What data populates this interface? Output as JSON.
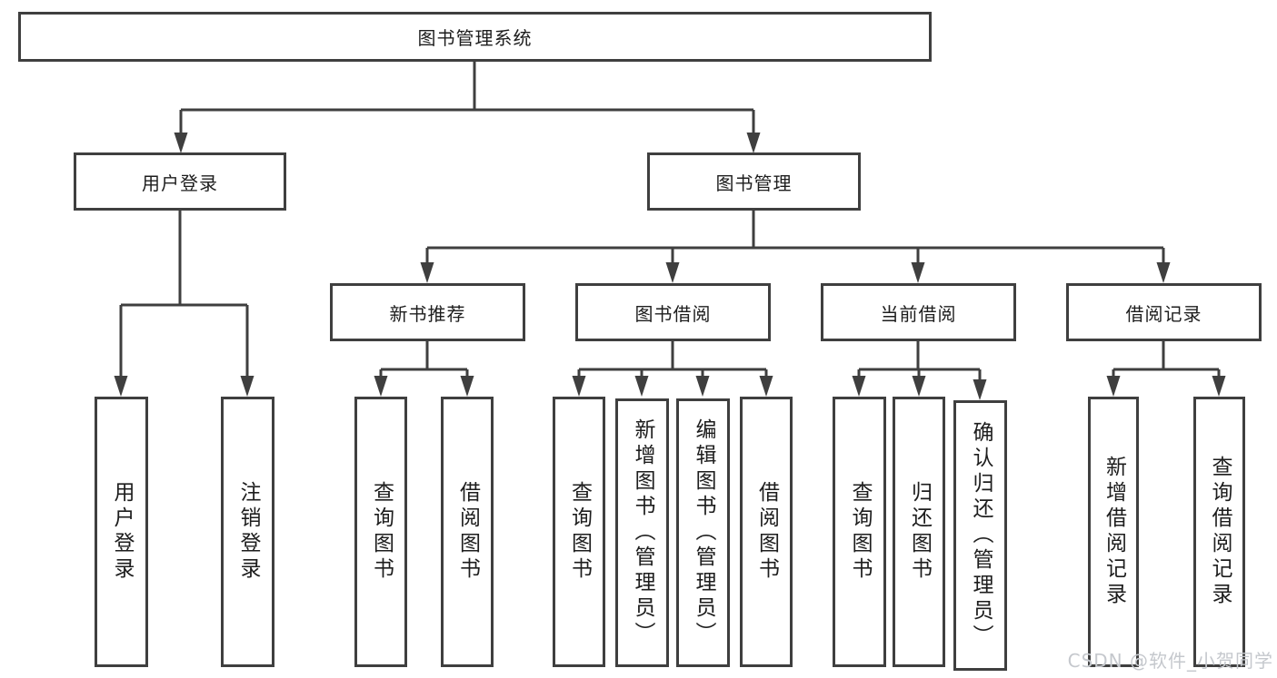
{
  "diagram": {
    "type": "tree",
    "root": {
      "label": "图书管理系统",
      "children": [
        {
          "label": "用户登录",
          "children": [
            {
              "label": "用户登录"
            },
            {
              "label": "注销登录"
            }
          ]
        },
        {
          "label": "图书管理",
          "children": [
            {
              "label": "新书推荐",
              "children": [
                {
                  "label": "查询图书"
                },
                {
                  "label": "借阅图书"
                }
              ]
            },
            {
              "label": "图书借阅",
              "children": [
                {
                  "label": "查询图书"
                },
                {
                  "label": "新增图书（管理员）"
                },
                {
                  "label": "编辑图书（管理员）"
                },
                {
                  "label": "借阅图书"
                }
              ]
            },
            {
              "label": "当前借阅",
              "children": [
                {
                  "label": "查询图书"
                },
                {
                  "label": "归还图书"
                },
                {
                  "label": "确认归还（管理员）"
                }
              ]
            },
            {
              "label": "借阅记录",
              "children": [
                {
                  "label": "新增借阅记录"
                },
                {
                  "label": "查询借阅记录"
                }
              ]
            }
          ]
        }
      ]
    }
  },
  "watermark": {
    "text": "CSDN @软件_小贺同学"
  },
  "colors": {
    "line": "#3f3f3f",
    "box_border": "#3f3f3f",
    "text": "#1d1d1d",
    "watermark": "#c5c8cd",
    "background": "#ffffff"
  }
}
